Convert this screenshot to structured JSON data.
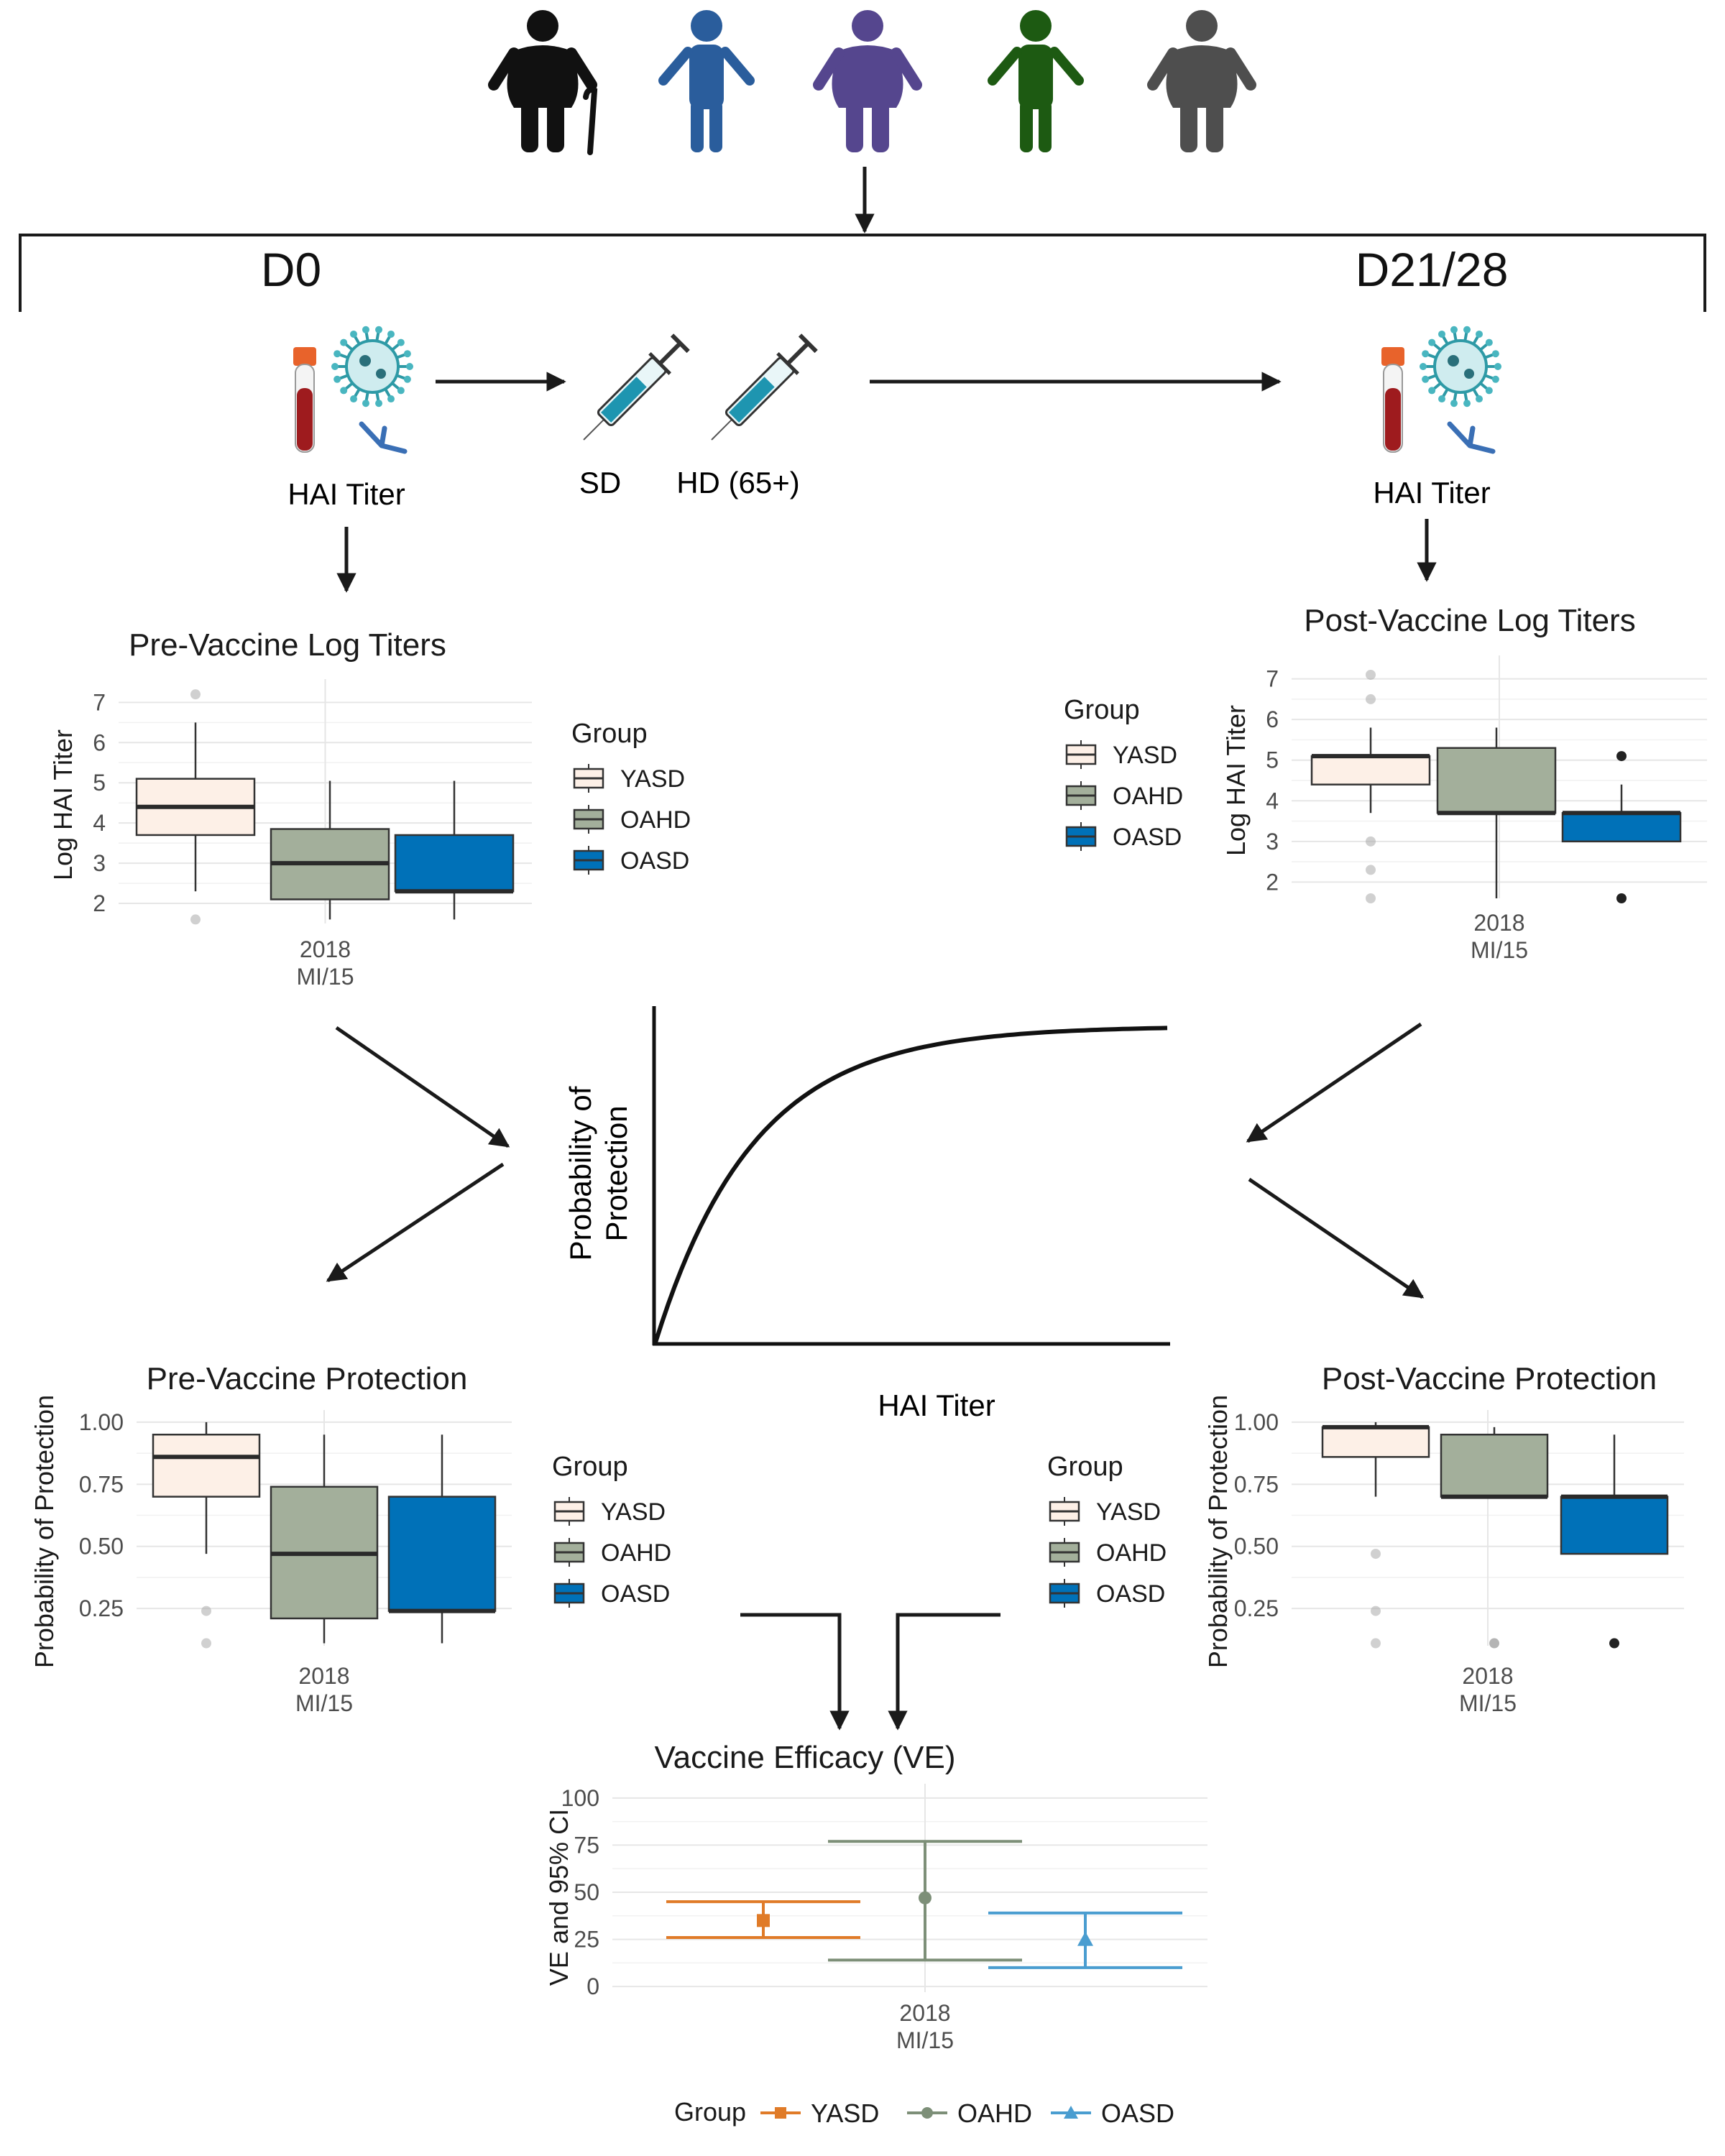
{
  "timeline": {
    "start_label": "D0",
    "end_label": "D21/28"
  },
  "steps": {
    "pre_assay": "HAI Titer",
    "post_assay": "HAI Titer",
    "vaccine_sd": "SD",
    "vaccine_hd": "HD (65+)"
  },
  "people_colors": [
    "#111111",
    "#2a5d9c",
    "#55468e",
    "#1d5a12",
    "#4e4e4e"
  ],
  "colors": {
    "YASD_fill": "#fdf0e7",
    "OAHD_fill": "#a3af9b",
    "OASD_fill": "#0071b8",
    "YASD_line": "#e07b28",
    "OAHD_line": "#7d8f78",
    "OASD_line": "#4a9dd0"
  },
  "legend": {
    "title": "Group",
    "groups": [
      "YASD",
      "OAHD",
      "OASD"
    ]
  },
  "curve": {
    "ylabel_line1": "Probability of",
    "ylabel_line2": "Protection",
    "xlabel": "HAI Titer"
  },
  "category": {
    "line1": "2018",
    "line2": "MI/15"
  },
  "chart_data": [
    {
      "id": "pre_titers",
      "type": "box",
      "title": "Pre-Vaccine Log Titers",
      "xlabel": "",
      "ylabel": "Log HAI Titer",
      "ylim": [
        1.5,
        7.4
      ],
      "yticks": [
        "2",
        "3",
        "4",
        "5",
        "6",
        "7"
      ],
      "categories": [
        "2018 MI/15"
      ],
      "grid": true,
      "series": [
        {
          "name": "YASD",
          "q1": 3.7,
          "median": 4.4,
          "q3": 5.1,
          "whisker_low": 2.3,
          "whisker_high": 6.5,
          "outliers": [
            1.6,
            7.2
          ]
        },
        {
          "name": "OAHD",
          "q1": 2.1,
          "median": 3.0,
          "q3": 3.85,
          "whisker_low": 1.6,
          "whisker_high": 5.05,
          "outliers": []
        },
        {
          "name": "OASD",
          "q1": 2.3,
          "median": 2.3,
          "q3": 3.7,
          "whisker_low": 1.6,
          "whisker_high": 5.05,
          "outliers": []
        }
      ]
    },
    {
      "id": "post_titers",
      "type": "box",
      "title": "Post-Vaccine Log Titers",
      "xlabel": "",
      "ylabel": "Log HAI Titer",
      "ylim": [
        1.6,
        7.4
      ],
      "yticks": [
        "2",
        "3",
        "4",
        "5",
        "6",
        "7"
      ],
      "categories": [
        "2018 MI/15"
      ],
      "grid": true,
      "series": [
        {
          "name": "YASD",
          "q1": 4.4,
          "median": 5.1,
          "q3": 5.1,
          "whisker_low": 3.7,
          "whisker_high": 5.8,
          "outliers": [
            7.1,
            6.5,
            3.0,
            2.3,
            1.6
          ]
        },
        {
          "name": "OAHD",
          "q1": 3.7,
          "median": 3.7,
          "q3": 5.3,
          "whisker_low": 1.6,
          "whisker_high": 5.8,
          "outliers": []
        },
        {
          "name": "OASD",
          "q1": 3.0,
          "median": 3.7,
          "q3": 3.7,
          "whisker_low": 3.0,
          "whisker_high": 4.4,
          "outliers": [
            5.1,
            1.6
          ]
        }
      ]
    },
    {
      "id": "pre_protection",
      "type": "box",
      "title": "Pre-Vaccine Protection",
      "xlabel": "",
      "ylabel": "Probability of Protection",
      "ylim": [
        0.1,
        1.02
      ],
      "yticks": [
        "0.25",
        "0.50",
        "0.75",
        "1.00"
      ],
      "categories": [
        "2018 MI/15"
      ],
      "grid": true,
      "series": [
        {
          "name": "YASD",
          "q1": 0.7,
          "median": 0.86,
          "q3": 0.95,
          "whisker_low": 0.47,
          "whisker_high": 1.0,
          "outliers": [
            0.24,
            0.11
          ]
        },
        {
          "name": "OAHD",
          "q1": 0.21,
          "median": 0.47,
          "q3": 0.74,
          "whisker_low": 0.11,
          "whisker_high": 0.95,
          "outliers": []
        },
        {
          "name": "OASD",
          "q1": 0.24,
          "median": 0.24,
          "q3": 0.7,
          "whisker_low": 0.11,
          "whisker_high": 0.95,
          "outliers": []
        }
      ]
    },
    {
      "id": "post_protection",
      "type": "box",
      "title": "Post-Vaccine Protection",
      "xlabel": "",
      "ylabel": "Probability of Protection",
      "ylim": [
        0.1,
        1.02
      ],
      "yticks": [
        "0.25",
        "0.50",
        "0.75",
        "1.00"
      ],
      "categories": [
        "2018 MI/15"
      ],
      "grid": true,
      "series": [
        {
          "name": "YASD",
          "q1": 0.86,
          "median": 0.98,
          "q3": 0.98,
          "whisker_low": 0.7,
          "whisker_high": 1.0,
          "outliers": [
            0.47,
            0.24,
            0.11
          ]
        },
        {
          "name": "OAHD",
          "q1": 0.7,
          "median": 0.7,
          "q3": 0.95,
          "whisker_low": 0.7,
          "whisker_high": 0.98,
          "outliers": [
            0.11
          ]
        },
        {
          "name": "OASD",
          "q1": 0.47,
          "median": 0.7,
          "q3": 0.7,
          "whisker_low": 0.47,
          "whisker_high": 0.95,
          "outliers": [
            0.11
          ]
        }
      ]
    },
    {
      "id": "ve",
      "type": "errorbar",
      "title": "Vaccine Efficacy (VE)",
      "xlabel": "",
      "ylabel": "VE and 95% CI",
      "ylim": [
        -3,
        103
      ],
      "yticks": [
        "0",
        "25",
        "50",
        "75",
        "100"
      ],
      "categories": [
        "2018 MI/15"
      ],
      "grid": true,
      "legend_position": "bottom",
      "series": [
        {
          "name": "YASD",
          "value": 35,
          "ci_low": 26,
          "ci_high": 45
        },
        {
          "name": "OAHD",
          "value": 47,
          "ci_low": 14,
          "ci_high": 77
        },
        {
          "name": "OASD",
          "value": 25,
          "ci_low": 10,
          "ci_high": 39
        }
      ]
    }
  ]
}
